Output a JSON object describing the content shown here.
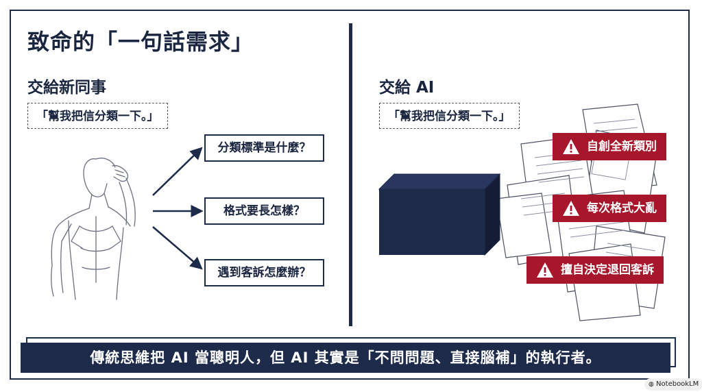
{
  "title": "致命的「一句話需求」",
  "left": {
    "heading": "交給新同事",
    "quote": "「幫我把信分類一下。」",
    "questions": [
      "分類標準是什麼？",
      "格式要長怎樣？",
      "遇到客訴怎麼辦？"
    ]
  },
  "right": {
    "heading": "交給 AI",
    "quote": "「幫我把信分類一下。」",
    "warnings": [
      "自創全新類別",
      "每次格式大亂",
      "擅自決定退回客訴"
    ]
  },
  "bottom_text": "傳統思維把 AI 當聰明人，但 AI 其實是「不問問題、直接腦補」的執行者。",
  "badge": "NotebookLM",
  "colors": {
    "navy": "#1e2a4a",
    "warning_red": "#a8162b",
    "background": "#ffffff"
  },
  "icons": [
    "warning-icon",
    "notebooklm-logo-icon"
  ]
}
